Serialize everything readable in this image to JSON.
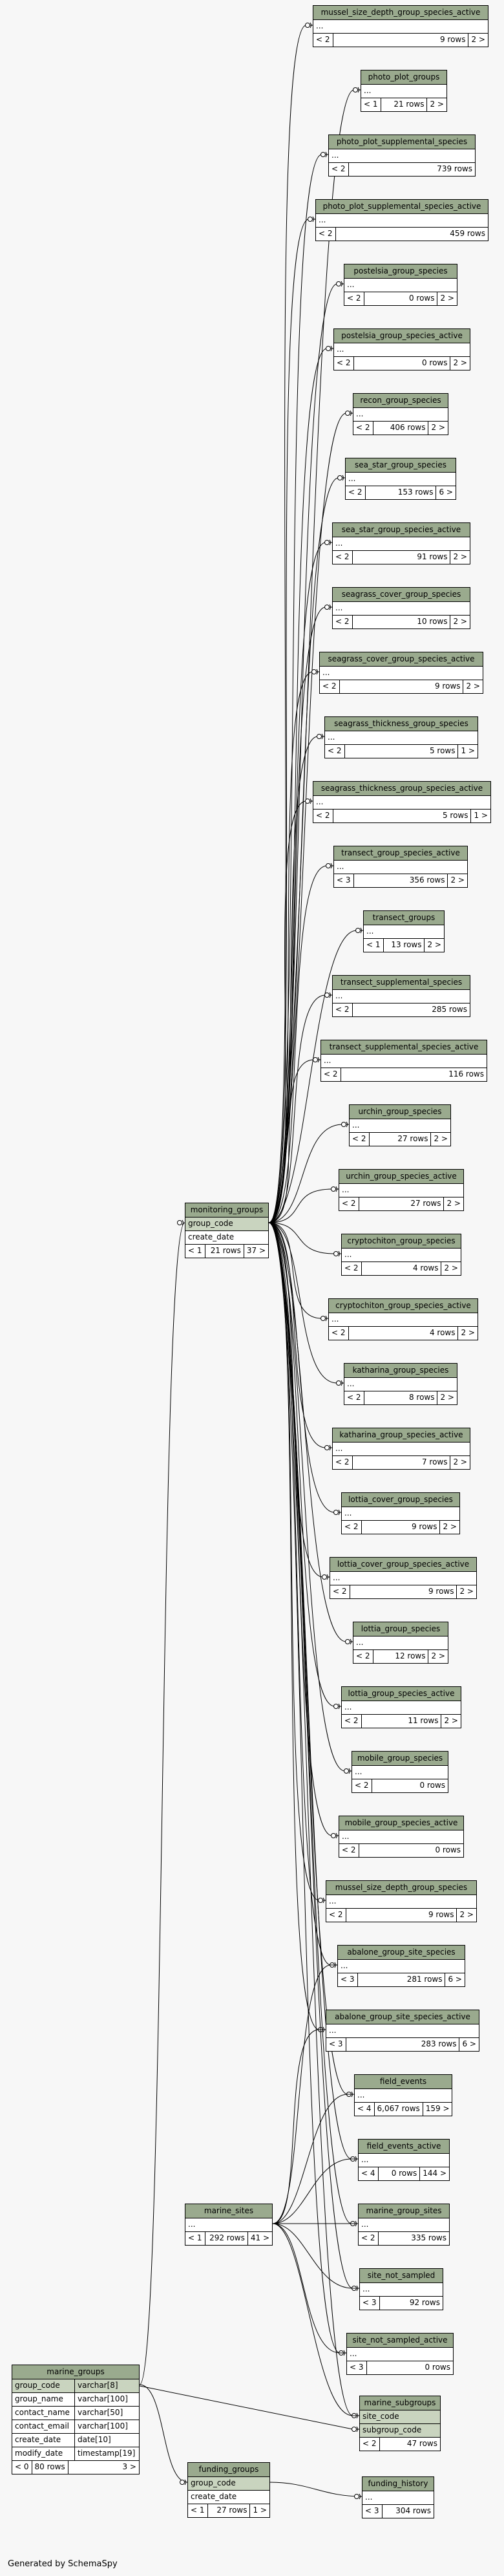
{
  "footer": {
    "generated_by": "Generated by SchemaSpy"
  },
  "tables": [
    {
      "id": "mussel_size_depth_group_species_active",
      "title": "mussel_size_depth_group_species_active",
      "cols": [
        "..."
      ],
      "left": "< 2",
      "rows": "9 rows",
      "right": "2 >"
    },
    {
      "id": "photo_plot_groups",
      "title": "photo_plot_groups",
      "cols": [
        "..."
      ],
      "left": "< 1",
      "rows": "21 rows",
      "right": "2 >"
    },
    {
      "id": "photo_plot_supplemental_species",
      "title": "photo_plot_supplemental_species",
      "cols": [
        "..."
      ],
      "left": "< 2",
      "rows": "739 rows",
      "right": ""
    },
    {
      "id": "photo_plot_supplemental_species_active",
      "title": "photo_plot_supplemental_species_active",
      "cols": [
        "..."
      ],
      "left": "< 2",
      "rows": "459 rows",
      "right": ""
    },
    {
      "id": "postelsia_group_species",
      "title": "postelsia_group_species",
      "cols": [
        "..."
      ],
      "left": "< 2",
      "rows": "0 rows",
      "right": "2 >"
    },
    {
      "id": "postelsia_group_species_active",
      "title": "postelsia_group_species_active",
      "cols": [
        "..."
      ],
      "left": "< 2",
      "rows": "0 rows",
      "right": "2 >"
    },
    {
      "id": "recon_group_species",
      "title": "recon_group_species",
      "cols": [
        "..."
      ],
      "left": "< 2",
      "rows": "406 rows",
      "right": "2 >"
    },
    {
      "id": "sea_star_group_species",
      "title": "sea_star_group_species",
      "cols": [
        "..."
      ],
      "left": "< 2",
      "rows": "153 rows",
      "right": "6 >"
    },
    {
      "id": "sea_star_group_species_active",
      "title": "sea_star_group_species_active",
      "cols": [
        "..."
      ],
      "left": "< 2",
      "rows": "91 rows",
      "right": "2 >"
    },
    {
      "id": "seagrass_cover_group_species",
      "title": "seagrass_cover_group_species",
      "cols": [
        "..."
      ],
      "left": "< 2",
      "rows": "10 rows",
      "right": "2 >"
    },
    {
      "id": "seagrass_cover_group_species_active",
      "title": "seagrass_cover_group_species_active",
      "cols": [
        "..."
      ],
      "left": "< 2",
      "rows": "9 rows",
      "right": "2 >"
    },
    {
      "id": "seagrass_thickness_group_species",
      "title": "seagrass_thickness_group_species",
      "cols": [
        "..."
      ],
      "left": "< 2",
      "rows": "5 rows",
      "right": "1 >"
    },
    {
      "id": "seagrass_thickness_group_species_active",
      "title": "seagrass_thickness_group_species_active",
      "cols": [
        "..."
      ],
      "left": "< 2",
      "rows": "5 rows",
      "right": "1 >"
    },
    {
      "id": "transect_group_species_active",
      "title": "transect_group_species_active",
      "cols": [
        "..."
      ],
      "left": "< 3",
      "rows": "356 rows",
      "right": "2 >"
    },
    {
      "id": "transect_groups",
      "title": "transect_groups",
      "cols": [
        "..."
      ],
      "left": "< 1",
      "rows": "13 rows",
      "right": "2 >"
    },
    {
      "id": "transect_supplemental_species",
      "title": "transect_supplemental_species",
      "cols": [
        "..."
      ],
      "left": "< 2",
      "rows": "285 rows",
      "right": ""
    },
    {
      "id": "transect_supplemental_species_active",
      "title": "transect_supplemental_species_active",
      "cols": [
        "..."
      ],
      "left": "< 2",
      "rows": "116 rows",
      "right": ""
    },
    {
      "id": "urchin_group_species",
      "title": "urchin_group_species",
      "cols": [
        "..."
      ],
      "left": "< 2",
      "rows": "27 rows",
      "right": "2 >"
    },
    {
      "id": "urchin_group_species_active",
      "title": "urchin_group_species_active",
      "cols": [
        "..."
      ],
      "left": "< 2",
      "rows": "27 rows",
      "right": "2 >"
    },
    {
      "id": "cryptochiton_group_species",
      "title": "cryptochiton_group_species",
      "cols": [
        "..."
      ],
      "left": "< 2",
      "rows": "4 rows",
      "right": "2 >"
    },
    {
      "id": "cryptochiton_group_species_active",
      "title": "cryptochiton_group_species_active",
      "cols": [
        "..."
      ],
      "left": "< 2",
      "rows": "4 rows",
      "right": "2 >"
    },
    {
      "id": "katharina_group_species",
      "title": "katharina_group_species",
      "cols": [
        "..."
      ],
      "left": "< 2",
      "rows": "8 rows",
      "right": "2 >"
    },
    {
      "id": "katharina_group_species_active",
      "title": "katharina_group_species_active",
      "cols": [
        "..."
      ],
      "left": "< 2",
      "rows": "7 rows",
      "right": "2 >"
    },
    {
      "id": "lottia_cover_group_species",
      "title": "lottia_cover_group_species",
      "cols": [
        "..."
      ],
      "left": "< 2",
      "rows": "9 rows",
      "right": "2 >"
    },
    {
      "id": "lottia_cover_group_species_active",
      "title": "lottia_cover_group_species_active",
      "cols": [
        "..."
      ],
      "left": "< 2",
      "rows": "9 rows",
      "right": "2 >"
    },
    {
      "id": "lottia_group_species",
      "title": "lottia_group_species",
      "cols": [
        "..."
      ],
      "left": "< 2",
      "rows": "12 rows",
      "right": "2 >"
    },
    {
      "id": "lottia_group_species_active",
      "title": "lottia_group_species_active",
      "cols": [
        "..."
      ],
      "left": "< 2",
      "rows": "11 rows",
      "right": "2 >"
    },
    {
      "id": "mobile_group_species",
      "title": "mobile_group_species",
      "cols": [
        "..."
      ],
      "left": "< 2",
      "rows": "0 rows",
      "right": ""
    },
    {
      "id": "mobile_group_species_active",
      "title": "mobile_group_species_active",
      "cols": [
        "..."
      ],
      "left": "< 2",
      "rows": "0 rows",
      "right": ""
    },
    {
      "id": "mussel_size_depth_group_species",
      "title": "mussel_size_depth_group_species",
      "cols": [
        "..."
      ],
      "left": "< 2",
      "rows": "9 rows",
      "right": "2 >"
    },
    {
      "id": "abalone_group_site_species",
      "title": "abalone_group_site_species",
      "cols": [
        "..."
      ],
      "left": "< 3",
      "rows": "281 rows",
      "right": "6 >"
    },
    {
      "id": "abalone_group_site_species_active",
      "title": "abalone_group_site_species_active",
      "cols": [
        "..."
      ],
      "left": "< 3",
      "rows": "283 rows",
      "right": "6 >"
    },
    {
      "id": "field_events",
      "title": "field_events",
      "cols": [
        "..."
      ],
      "left": "< 4",
      "rows": "6,067 rows",
      "right": "159 >"
    },
    {
      "id": "field_events_active",
      "title": "field_events_active",
      "cols": [
        "..."
      ],
      "left": "< 4",
      "rows": "0 rows",
      "right": "144 >"
    },
    {
      "id": "marine_group_sites",
      "title": "marine_group_sites",
      "cols": [
        "..."
      ],
      "left": "< 2",
      "rows": "335 rows",
      "right": ""
    },
    {
      "id": "site_not_sampled",
      "title": "site_not_sampled",
      "cols": [
        "..."
      ],
      "left": "< 3",
      "rows": "92 rows",
      "right": ""
    },
    {
      "id": "site_not_sampled_active",
      "title": "site_not_sampled_active",
      "cols": [
        "..."
      ],
      "left": "< 3",
      "rows": "0 rows",
      "right": ""
    },
    {
      "id": "marine_subgroups",
      "title": "marine_subgroups",
      "cols": [
        "site_code",
        "subgroup_code"
      ],
      "keycols": [
        0,
        1
      ],
      "left": "< 2",
      "rows": "47 rows",
      "right": ""
    },
    {
      "id": "funding_history",
      "title": "funding_history",
      "cols": [
        "..."
      ],
      "left": "< 3",
      "rows": "304 rows",
      "right": ""
    },
    {
      "id": "monitoring_groups",
      "title": "monitoring_groups",
      "cols": [
        "group_code",
        "create_date"
      ],
      "keycols": [
        0
      ],
      "left": "< 1",
      "rows": "21 rows",
      "right": "37 >"
    },
    {
      "id": "marine_sites",
      "title": "marine_sites",
      "cols": [
        "..."
      ],
      "left": "< 1",
      "rows": "292 rows",
      "right": "41 >"
    },
    {
      "id": "funding_groups",
      "title": "funding_groups",
      "cols": [
        "group_code",
        "create_date"
      ],
      "keycols": [
        0
      ],
      "left": "< 1",
      "rows": "27 rows",
      "right": "1 >"
    }
  ],
  "marine_groups": {
    "title": "marine_groups",
    "columns": [
      {
        "name": "group_code",
        "type": "varchar[8]",
        "key": true
      },
      {
        "name": "group_name",
        "type": "varchar[100]"
      },
      {
        "name": "contact_name",
        "type": "varchar[50]"
      },
      {
        "name": "contact_email",
        "type": "varchar[100]"
      },
      {
        "name": "create_date",
        "type": "date[10]"
      },
      {
        "name": "modify_date",
        "type": "timestamp[19]"
      }
    ],
    "left": "< 0",
    "rows": "80 rows",
    "right": "3 >"
  }
}
